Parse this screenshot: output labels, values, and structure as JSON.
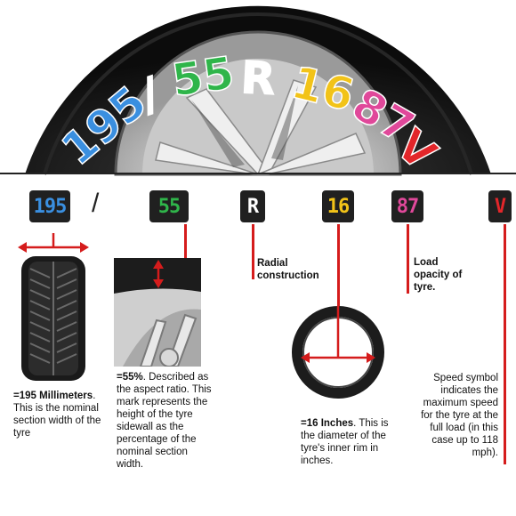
{
  "tyre_code": {
    "width": "195",
    "separator": "/",
    "aspect": "55",
    "construction": "R",
    "rim": "16",
    "load": "87",
    "speed": "V"
  },
  "colors": {
    "width": "#3a8fe0",
    "aspect": "#2fb54a",
    "construction": "#ffffff",
    "rim": "#f2c318",
    "load": "#e0489a",
    "speed": "#e3262a",
    "annotation_line": "#d51c1c"
  },
  "notes": {
    "width_value": "=195 Millimeters",
    "width_text": ". This is the nominal section width of the tyre",
    "aspect_value": "=55%",
    "aspect_text": ". Described as the aspect ratio. This mark represents the height of the tyre sidewall as the percentage of the nominal section width.",
    "construction_text": "Radial construction",
    "rim_value": "=16 Inches",
    "rim_text": ". This is the diameter of the tyre's inner rim in inches.",
    "load_text": "Load opacity of tyre.",
    "speed_text": "Speed symbol indicates the maximum speed for the tyre at the full load (in this case up to 118 mph)."
  },
  "icons": [
    "tyre-tread-icon",
    "wheel-sidewall-icon",
    "tyre-ring-icon",
    "width-arrow-icon",
    "diameter-arrow-icon"
  ]
}
